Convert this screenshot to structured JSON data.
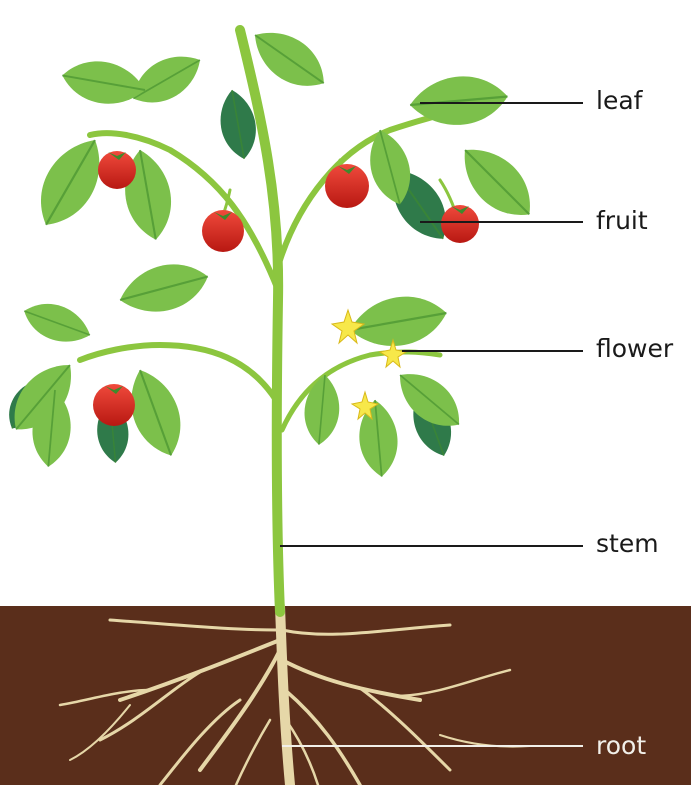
{
  "labels": {
    "leaf": "leaf",
    "fruit": "fruit",
    "flower": "flower",
    "stem": "stem",
    "root": "root"
  },
  "colors": {
    "soil": "#5a2e1b",
    "stem": "#8cc63f",
    "leaf_light": "#7cc04b",
    "leaf_dark": "#2f7a4a",
    "fruit": "#e0261e",
    "flower": "#f7e84a",
    "root": "#e6d7a8",
    "line_dark": "#1a1a1a",
    "line_light": "#f2f0ea"
  }
}
